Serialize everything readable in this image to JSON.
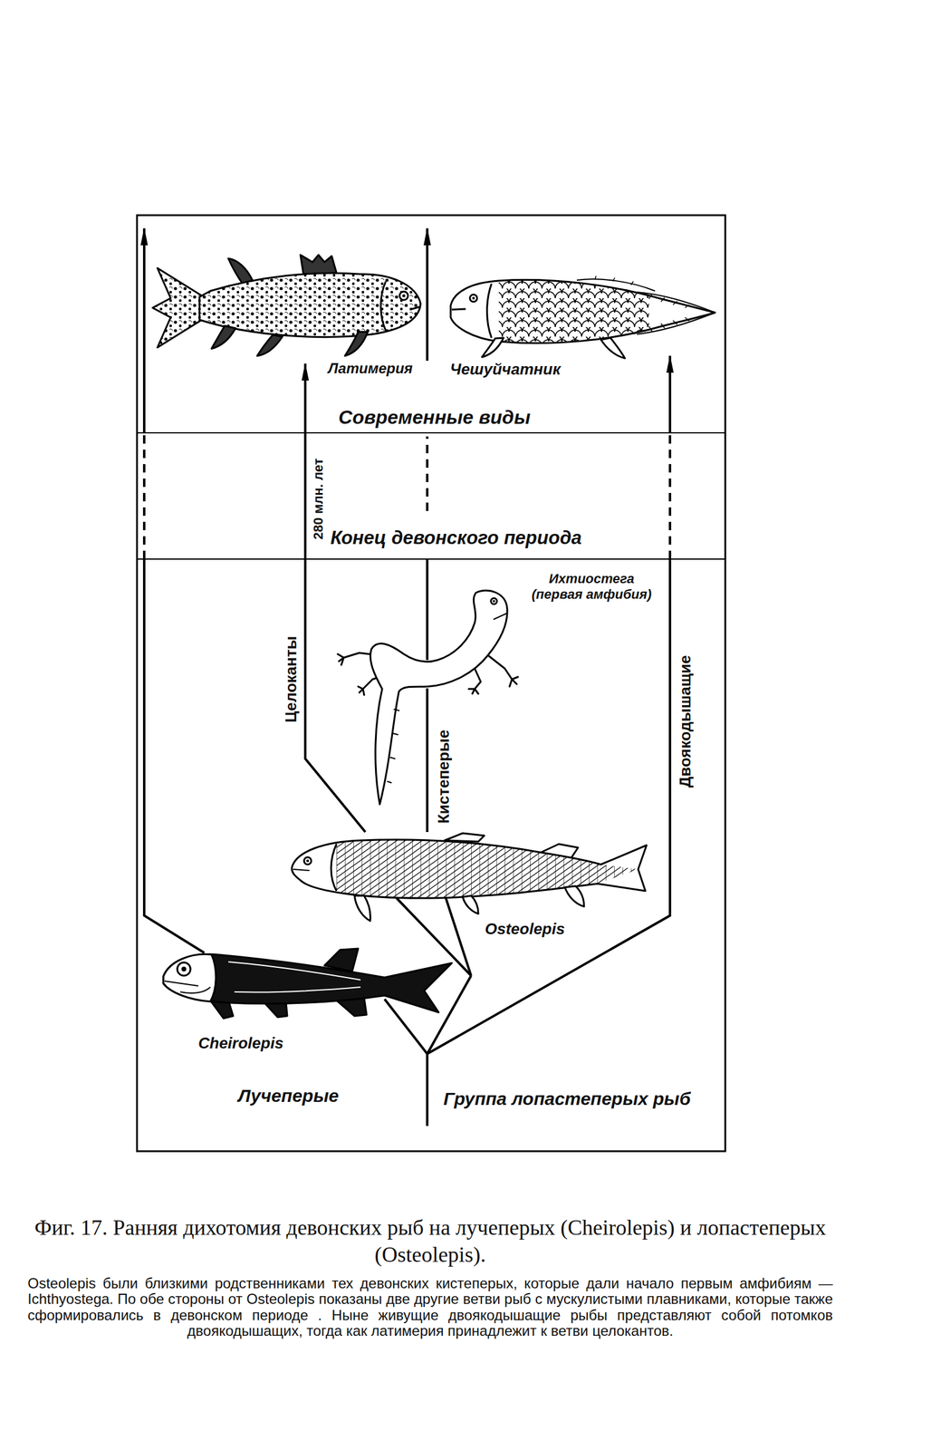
{
  "diagram": {
    "caption": "Фиг. 17. Ранняя дихотомия девонских рыб на лучеперых (Cheirolepis) и лопастеперых (Osteolepis).",
    "nodes": [
      {
        "text": [
          "Латимерия"
        ]
      },
      {
        "text": [
          "Чешуйчатник"
        ]
      },
      {
        "text": [
          "Ихтиостега (первая амфибия)"
        ]
      },
      {
        "text": [
          "Osteolepis"
        ]
      },
      {
        "text": [
          "Cheirolepis"
        ]
      }
    ],
    "edges": [
      {
        "from": 3,
        "to": 0,
        "arrow": "to",
        "label": "Целоканты"
      },
      {
        "from": 3,
        "to": 2,
        "arrow": "none",
        "label": "Кистеперые"
      }
    ],
    "labels": [
      "Современные виды",
      "Конец девонского периода",
      "280 млн. лет",
      "Двоякодышащие",
      "Лучеперые",
      "Группа лопастеперых рыб",
      "Osteolepis были близкими родственниками тех девонских кистеперых, которые дали начало первым амфибиям — Ichthyostega. По обе стороны от Osteolepis показаны две другие ветви рыб с мускулистыми плавниками, которые также сформировались в девонском периоде . Ныне живущие двоякодышащие рыбы представляют собой потомков двоякодышащих, тогда как латимерия принадлежит к ветви целокантов."
    ]
  }
}
